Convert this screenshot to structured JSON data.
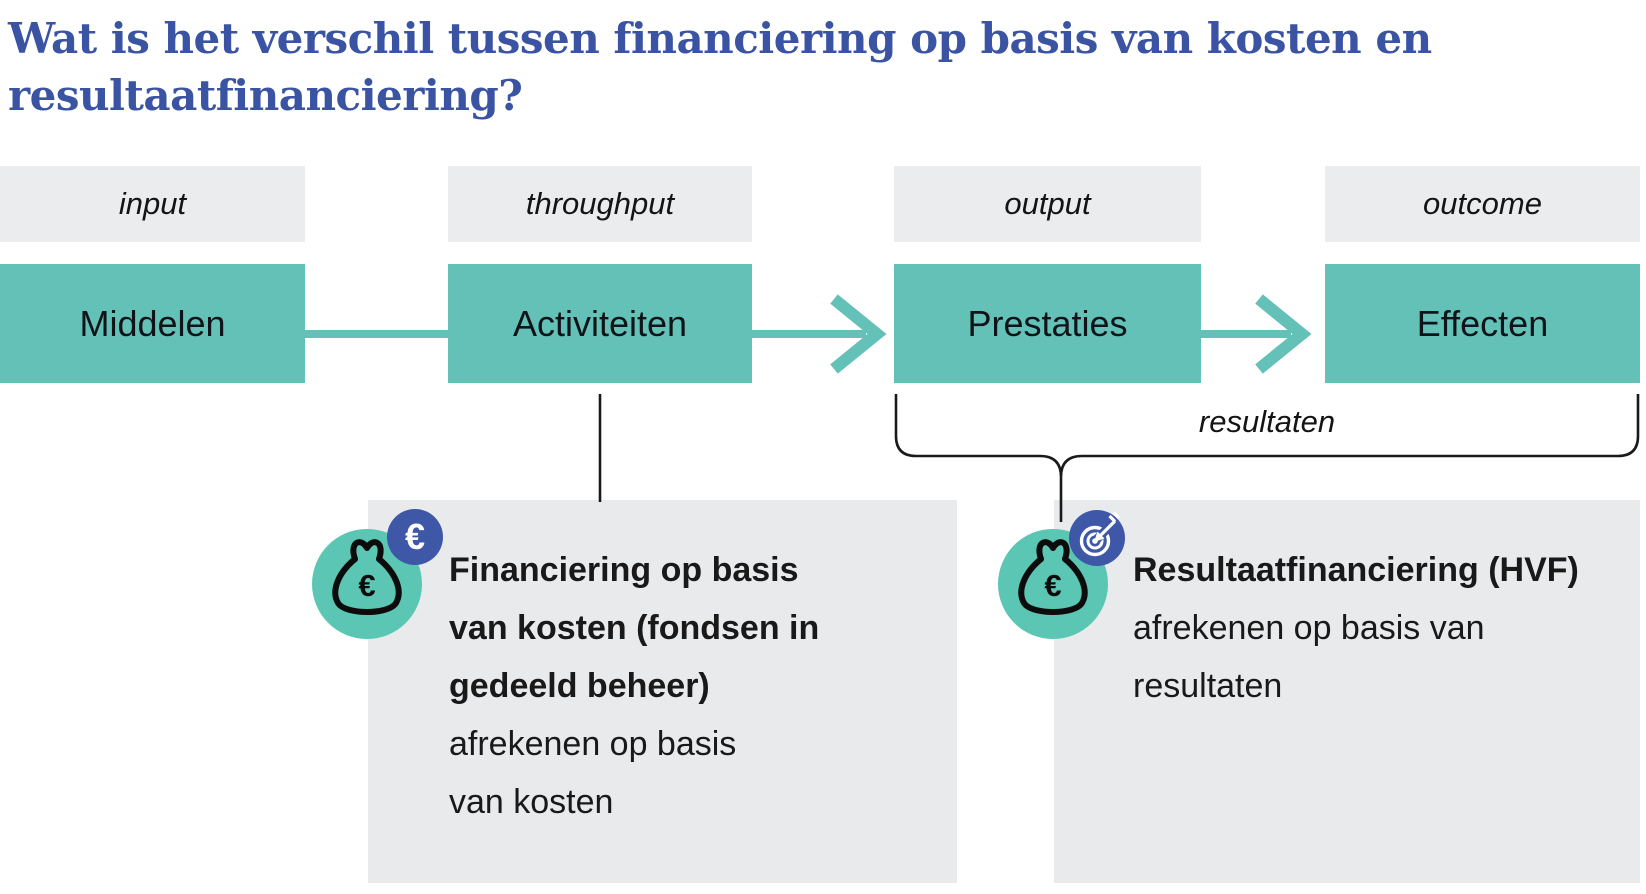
{
  "title": {
    "line1": "Wat is het verschil tussen financiering op basis van kosten en",
    "line2": "resultaatfinanciering?"
  },
  "flow": {
    "columns": [
      {
        "stage_label": "input",
        "box_label": "Middelen"
      },
      {
        "stage_label": "throughput",
        "box_label": "Activiteiten"
      },
      {
        "stage_label": "output",
        "box_label": "Prestaties"
      },
      {
        "stage_label": "outcome",
        "box_label": "Effecten"
      }
    ],
    "bracket_label": "resultaten"
  },
  "cards": [
    {
      "icon": "money-bag-icon",
      "badge_icon": "euro-badge-icon",
      "badge_glyph": "€",
      "bag_glyph": "€",
      "title_lines": [
        "Financiering op basis",
        "van kosten (fondsen in",
        "gedeeld beheer)"
      ],
      "body_lines": [
        "afrekenen op basis",
        "van kosten"
      ]
    },
    {
      "icon": "money-bag-icon",
      "badge_icon": "target-badge-icon",
      "bag_glyph": "€",
      "title_lines": [
        "Resultaatfinanciering (HVF)"
      ],
      "body_lines": [
        "afrekenen op basis van",
        "resultaten"
      ]
    }
  ],
  "colors": {
    "title_blue": "#3a54a3",
    "teal_box": "#64c1b8",
    "teal_circle": "#5bc6b3",
    "label_gray": "#ebecee",
    "card_gray": "#e8eaec",
    "badge_blue": "#3e57a7",
    "text_dark": "#161616",
    "line_black": "#1a1a1a"
  }
}
